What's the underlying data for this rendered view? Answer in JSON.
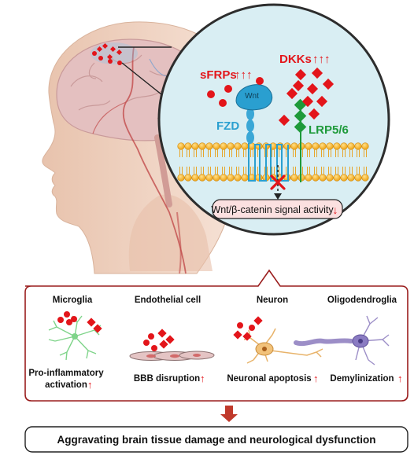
{
  "molecules": {
    "sfrps": "sFRPs",
    "dkks": "DKKs",
    "wnt": "Wnt",
    "fzd": "FZD",
    "lrp": "LRP5/6",
    "up_arrows": "↑↑↑"
  },
  "signal": {
    "text": "Wnt/β-catenin signal activity",
    "arrow": "↓"
  },
  "cells": [
    {
      "title": "Microglia",
      "effect_line1": "Pro-inflammatory",
      "effect_line2": "activation"
    },
    {
      "title": "Endothelial cell",
      "effect_line1": "BBB disruption"
    },
    {
      "title": "Neuron",
      "effect_line1": "Neuronal apoptosis"
    },
    {
      "title": "Oligodendroglia",
      "effect_line1": "Demylinization"
    }
  ],
  "up_arrow": "↑",
  "outcome": "Aggravating brain tissue damage and neurological dysfunction",
  "colors": {
    "red": "#e3151a",
    "dark_red": "#9a1d1d",
    "blue": "#2a9fd0",
    "green": "#1e9a3a",
    "circle_fill": "#d9eef3",
    "skin": "#f1d6c6"
  }
}
